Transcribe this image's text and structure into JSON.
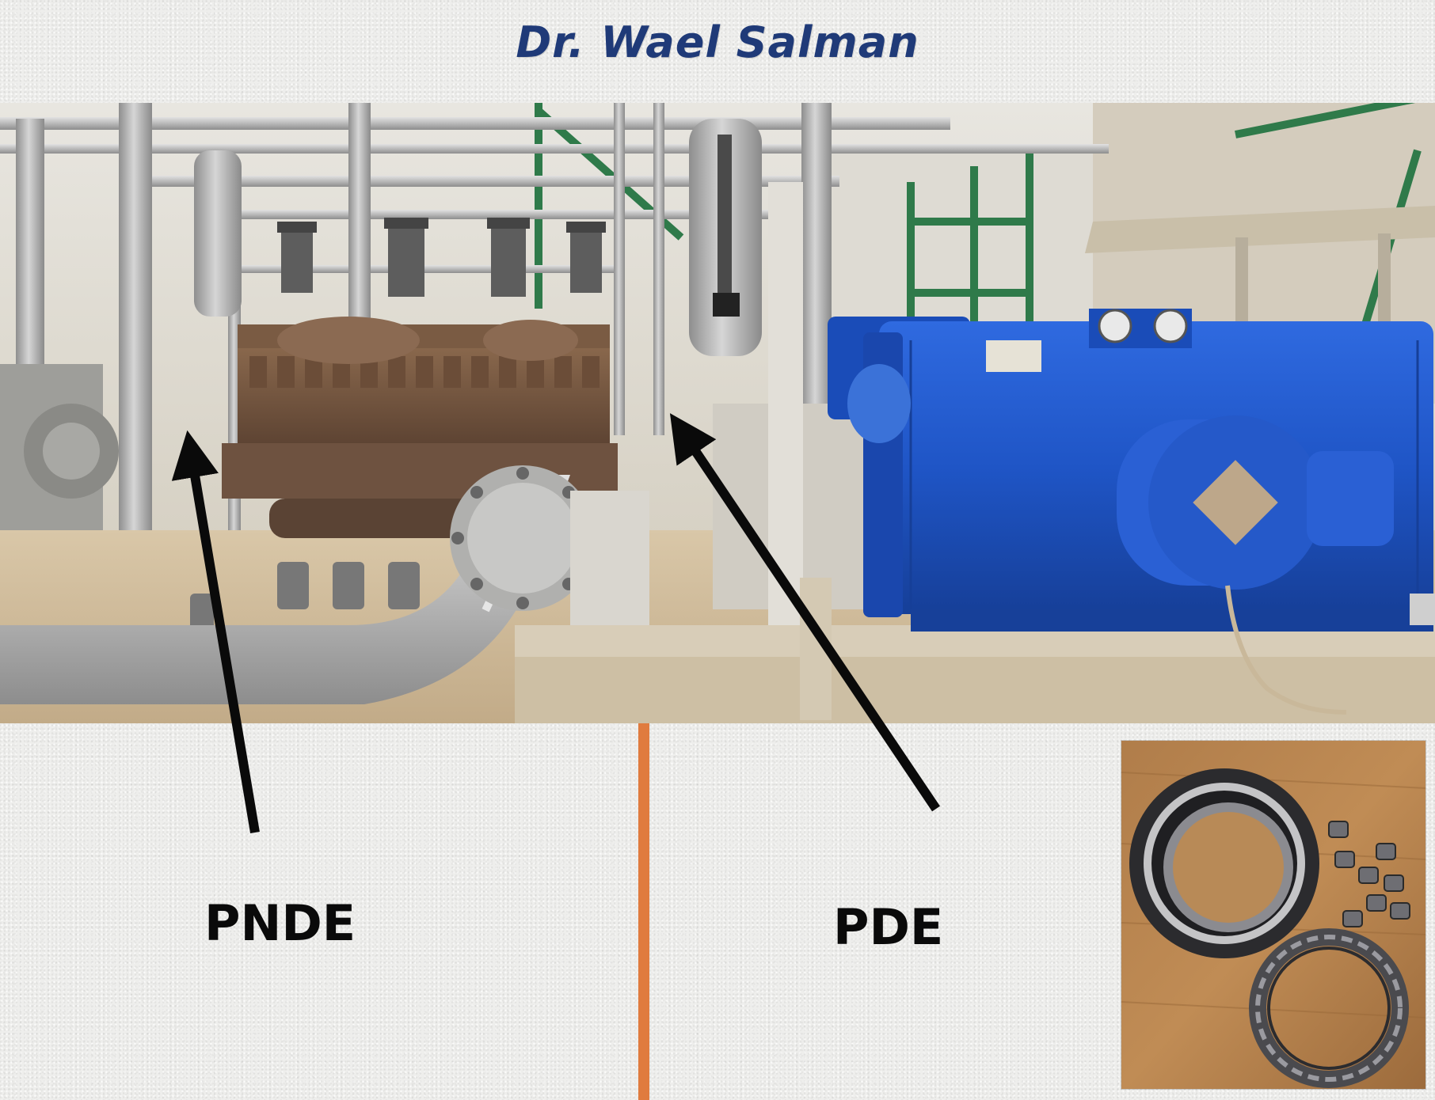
{
  "slide": {
    "author_title": "Dr. Wael Salman",
    "labels": {
      "pnde": "PNDE",
      "pde": "PDE"
    }
  },
  "colors": {
    "title_blue": "#1f3a78",
    "divider_orange": "#e07b3e",
    "motor_blue": "#1f55c6",
    "arrow_black": "#0a0a0a"
  },
  "images": {
    "plant_photo": "photo-industrial-pump-motor",
    "bearing_photo": "photo-disassembled-roller-bearing"
  }
}
